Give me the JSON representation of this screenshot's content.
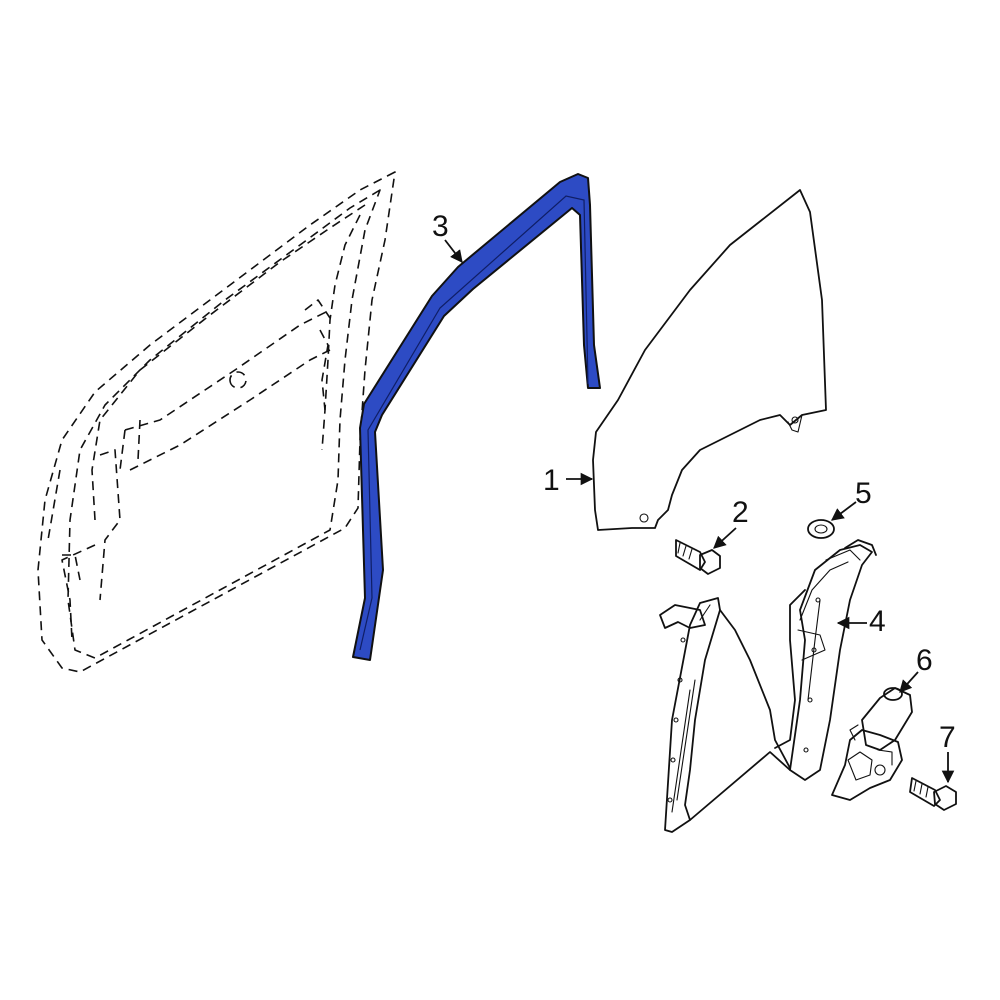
{
  "diagram": {
    "highlight_color": "#2d4bc4",
    "callouts": [
      {
        "id": "1",
        "label": "1"
      },
      {
        "id": "2",
        "label": "2"
      },
      {
        "id": "3",
        "label": "3"
      },
      {
        "id": "4",
        "label": "4"
      },
      {
        "id": "5",
        "label": "5"
      },
      {
        "id": "6",
        "label": "6"
      },
      {
        "id": "7",
        "label": "7"
      }
    ]
  }
}
